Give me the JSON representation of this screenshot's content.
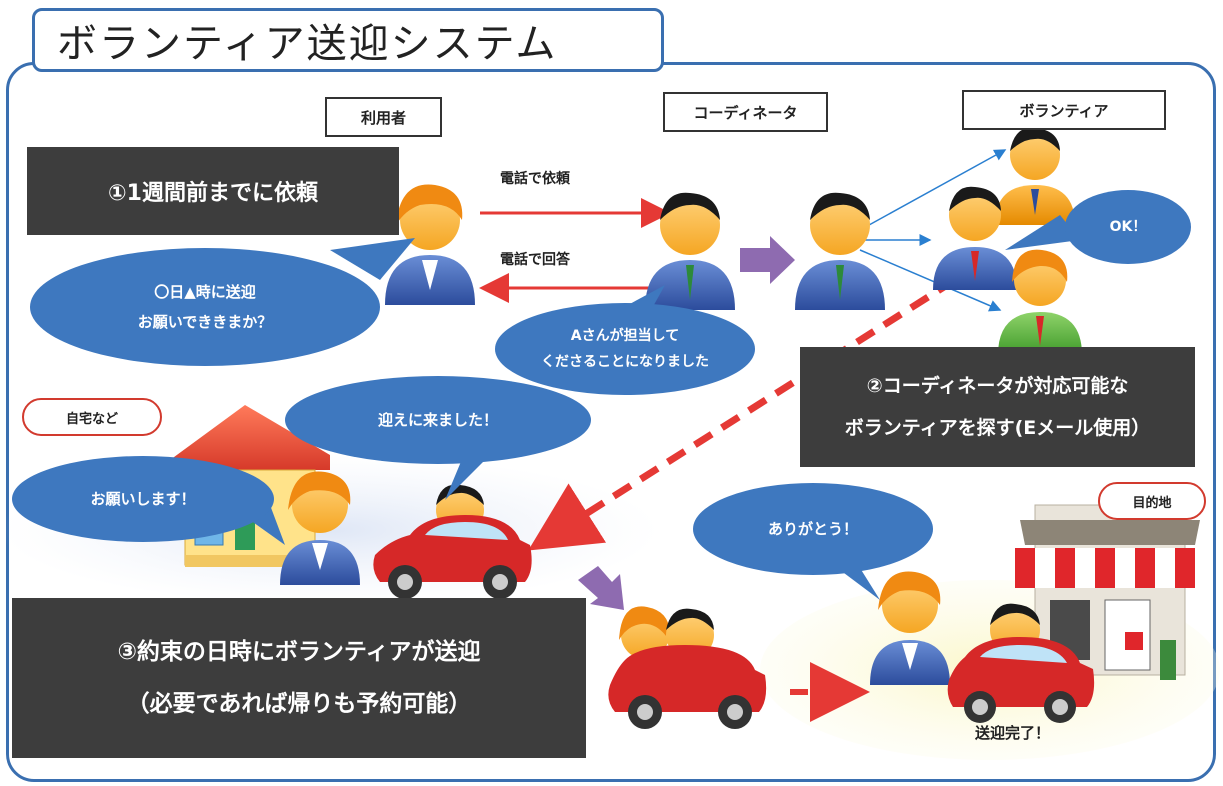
{
  "title": "ボランティア送迎システム",
  "roles": {
    "user": "利用者",
    "coordinator": "コーディネータ",
    "volunteer": "ボランティア"
  },
  "steps": {
    "step1": "①1週間前までに依頼",
    "step2_line1": "②コーディネータが対応可能な",
    "step2_line2": "ボランティアを探す(Eメール使用）",
    "step3_line1": "③約束の日時にボランティアが送迎",
    "step3_line2": "（必要であれば帰りも予約可能）"
  },
  "arrows": {
    "call_request": "電話で依頼",
    "call_answer": "電話で回答"
  },
  "bubbles": {
    "request_line1": "〇日▲時に送迎",
    "request_line2": "お願いでききまか？",
    "assigned_line1": "Aさんが担当して",
    "assigned_line2": "くださることになりました",
    "ok": "OK！",
    "came_pickup": "迎えに来ました！",
    "please": "お願いします！",
    "thanks": "ありがとう！"
  },
  "places": {
    "home": "自宅など",
    "destination": "目的地"
  },
  "completion": "送迎完了！",
  "colors": {
    "frame": "#3a6fb0",
    "bubble": "#3e78bf",
    "dark_box": "#3d3d3d",
    "arrow_red": "#e53935",
    "car_red": "#d62828",
    "chevron_purple": "#8e6bb0"
  },
  "icons": [
    "person-icon",
    "car-icon",
    "house-icon",
    "shop-icon",
    "chevron-arrow-icon"
  ]
}
